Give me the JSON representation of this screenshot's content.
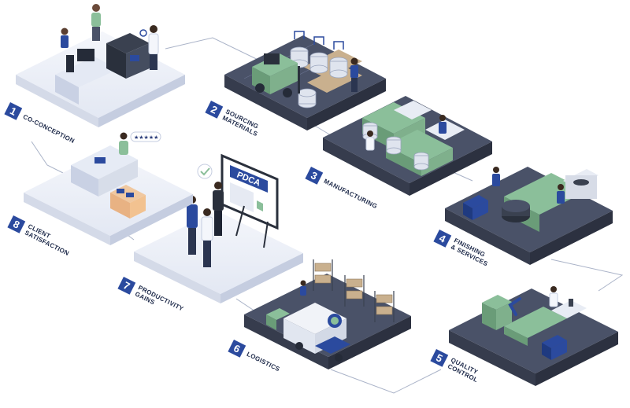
{
  "colors": {
    "accent": "#2b4a9e",
    "dark_platform": "#4a5268",
    "light_platform": "#eef1f8",
    "machine_green": "#8bbf9a",
    "connector": "#aab3c8"
  },
  "steps": [
    {
      "number": "1",
      "line1": "CO-CONCEPTION",
      "line2": ""
    },
    {
      "number": "2",
      "line1": "SOURCING",
      "line2": "MATERIALS"
    },
    {
      "number": "3",
      "line1": "MANUFACTURING",
      "line2": ""
    },
    {
      "number": "4",
      "line1": "FINISHING",
      "line2": "& SERVICES"
    },
    {
      "number": "5",
      "line1": "QUALITY",
      "line2": "CONTROL"
    },
    {
      "number": "6",
      "line1": "LOGISTICS",
      "line2": ""
    },
    {
      "number": "7",
      "line1": "PRODUCTIVITY",
      "line2": "GAINS"
    },
    {
      "number": "8",
      "line1": "CLIENT",
      "line2": "SATISFACTION"
    }
  ],
  "board": {
    "title": "PDCA"
  },
  "rating": {
    "stars": "★★★★★"
  }
}
